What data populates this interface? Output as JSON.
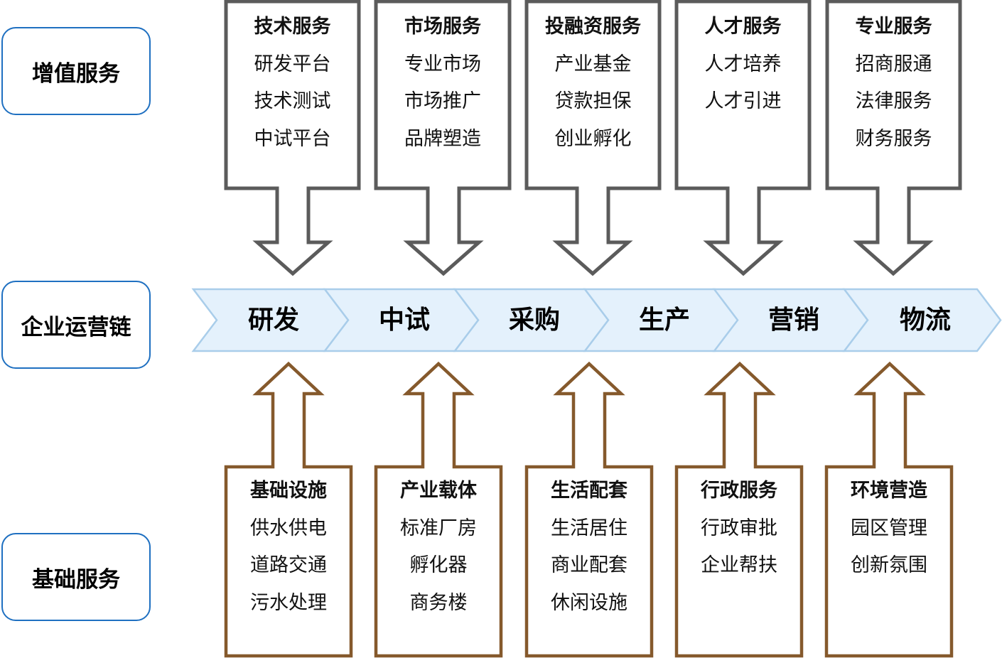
{
  "side_labels": {
    "value_added": "增值服务",
    "operation_chain": "企业运营链",
    "basic": "基础服务"
  },
  "colors": {
    "label_border": "#1f70c1",
    "top_callout_stroke": "#5b5b5b",
    "bottom_callout_stroke": "#85592c",
    "chain_fill": "#e4f1fc",
    "chain_stroke": "#a9cdea"
  },
  "chain": {
    "stages": [
      "研发",
      "中试",
      "采购",
      "生产",
      "营销",
      "物流"
    ]
  },
  "top_callouts": [
    {
      "title": "技术服务",
      "items": [
        "研发平台",
        "技术测试",
        "中试平台"
      ]
    },
    {
      "title": "市场服务",
      "items": [
        "专业市场",
        "市场推广",
        "品牌塑造"
      ]
    },
    {
      "title": "投融资服务",
      "items": [
        "产业基金",
        "贷款担保",
        "创业孵化"
      ]
    },
    {
      "title": "人才服务",
      "items": [
        "人才培养",
        "人才引进"
      ]
    },
    {
      "title": "专业服务",
      "items": [
        "招商服通",
        "法律服务",
        "财务服务"
      ]
    }
  ],
  "bottom_callouts": [
    {
      "title": "基础设施",
      "items": [
        "供水供电",
        "道路交通",
        "污水处理"
      ]
    },
    {
      "title": "产业载体",
      "items": [
        "标准厂房",
        "孵化器",
        "商务楼"
      ]
    },
    {
      "title": "生活配套",
      "items": [
        "生活居住",
        "商业配套",
        "休闲设施"
      ]
    },
    {
      "title": "行政服务",
      "items": [
        "行政审批",
        "企业帮扶"
      ]
    },
    {
      "title": "环境营造",
      "items": [
        "园区管理",
        "创新氛围"
      ]
    }
  ]
}
